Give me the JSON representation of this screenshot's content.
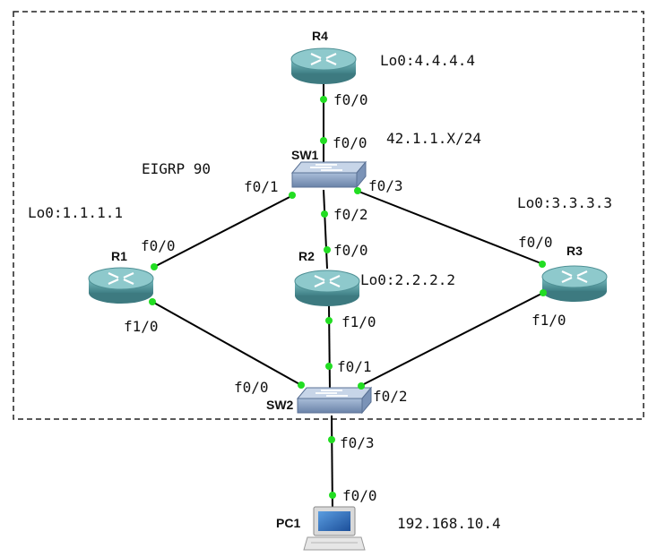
{
  "colors": {
    "link": "#000000",
    "port_dot": "#22dd22",
    "router_body": "#5fa3a8",
    "router_top": "#8ec9cc",
    "switch_body": "#8ca3c4",
    "switch_top": "#c7d5e8",
    "boundary": "#222222"
  },
  "devices": {
    "r4": "R4",
    "sw1": "SW1",
    "r1": "R1",
    "r2": "R2",
    "r3": "R3",
    "sw2": "SW2",
    "pc1": "PC1"
  },
  "loopbacks": {
    "r4": "Lo0:4.4.4.4",
    "r1": "Lo0:1.1.1.1",
    "r2": "Lo0:2.2.2.2",
    "r3": "Lo0:3.3.3.3"
  },
  "network": {
    "subnet": "42.1.1.X/24",
    "protocol": "EIGRP 90",
    "pc_ip": "192.168.10.4"
  },
  "ports": {
    "r4_f00": "f0/0",
    "sw1_f00": "f0/0",
    "sw1_f01": "f0/1",
    "sw1_f02": "f0/2",
    "sw1_f03": "f0/3",
    "r1_f00": "f0/0",
    "r1_f10": "f1/0",
    "r2_f00": "f0/0",
    "r2_f10": "f1/0",
    "r3_f00": "f0/0",
    "r3_f10": "f1/0",
    "sw2_f00": "f0/0",
    "sw2_f01": "f0/1",
    "sw2_f02": "f0/2",
    "sw2_f03": "f0/3",
    "pc1_f00": "f0/0"
  }
}
